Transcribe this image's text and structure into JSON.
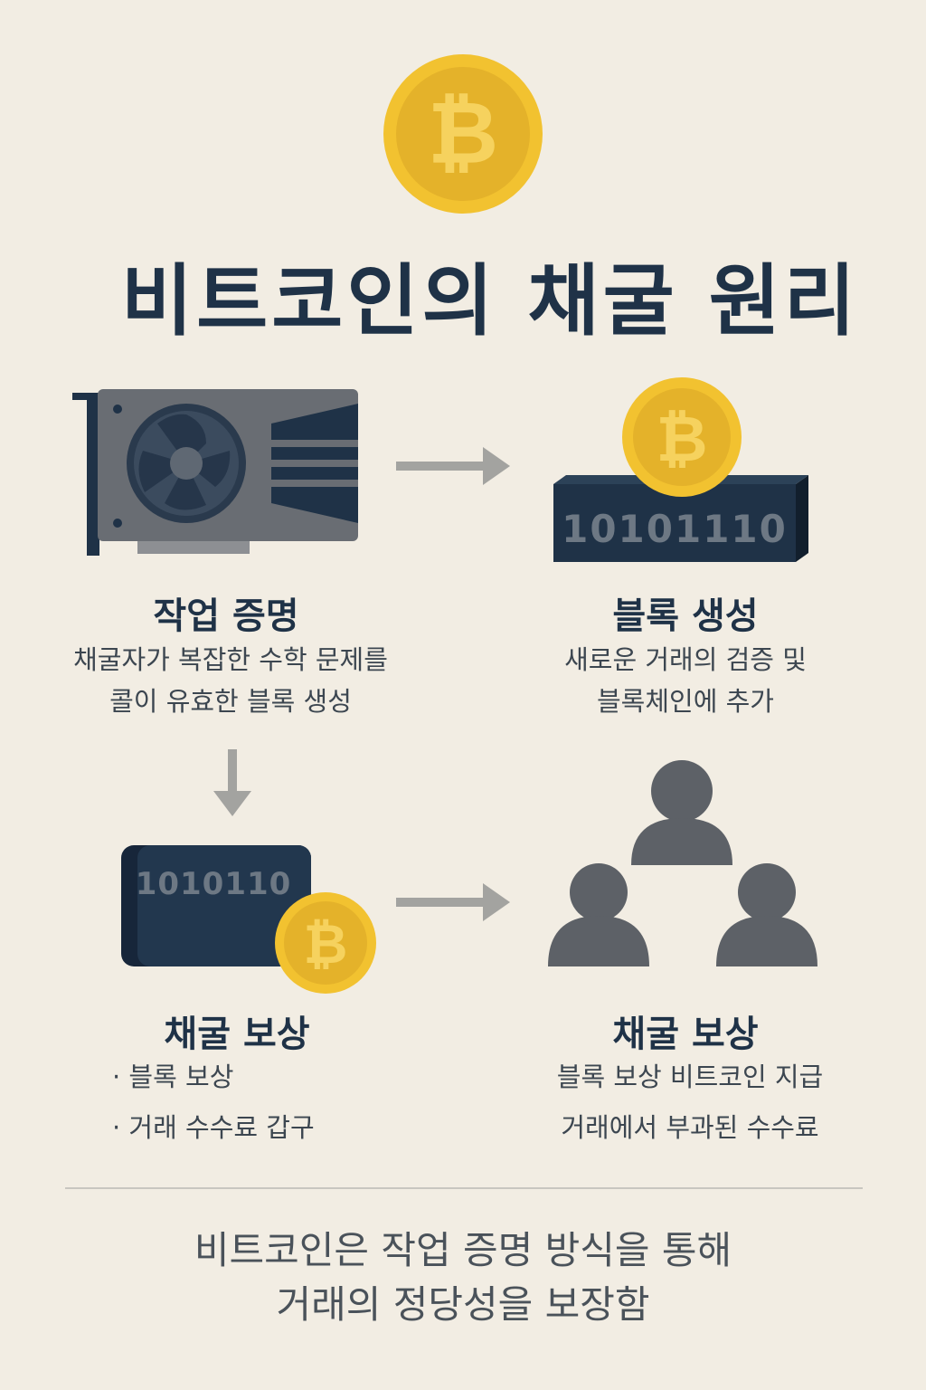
{
  "title": "비트코인의 채굴 원리",
  "coin_symbol": "₿",
  "colors": {
    "background": "#f2ede3",
    "navy": "#1f3247",
    "coin": "#f2c230",
    "coin_inner": "#e0ad21",
    "gray_icon": "#5d6167",
    "arrow": "#a3a3a0"
  },
  "steps": {
    "proof": {
      "heading": "작업 증명",
      "lines": [
        "채굴자가 복잡한 수학 문제를",
        "콜이 유효한 블록 생성"
      ]
    },
    "block": {
      "heading": "블록 생성",
      "binary": "10101110",
      "lines": [
        "새로운 거래의 검증 및",
        "블록체인에 추가"
      ]
    },
    "reward_left": {
      "heading": "채굴 보상",
      "binary": "1010110",
      "bullets": [
        "· 블록 보상",
        "· 거래 수수료    갑구"
      ]
    },
    "reward_right": {
      "heading": "채굴 보상",
      "lines": [
        "블록 보상 비트코인 지급",
        "거래에서 부과된 수수료"
      ]
    }
  },
  "footer": {
    "line1": "비트코인은 작업 증명 방식을 통해",
    "line2": "거래의 정당성을 보장함"
  }
}
